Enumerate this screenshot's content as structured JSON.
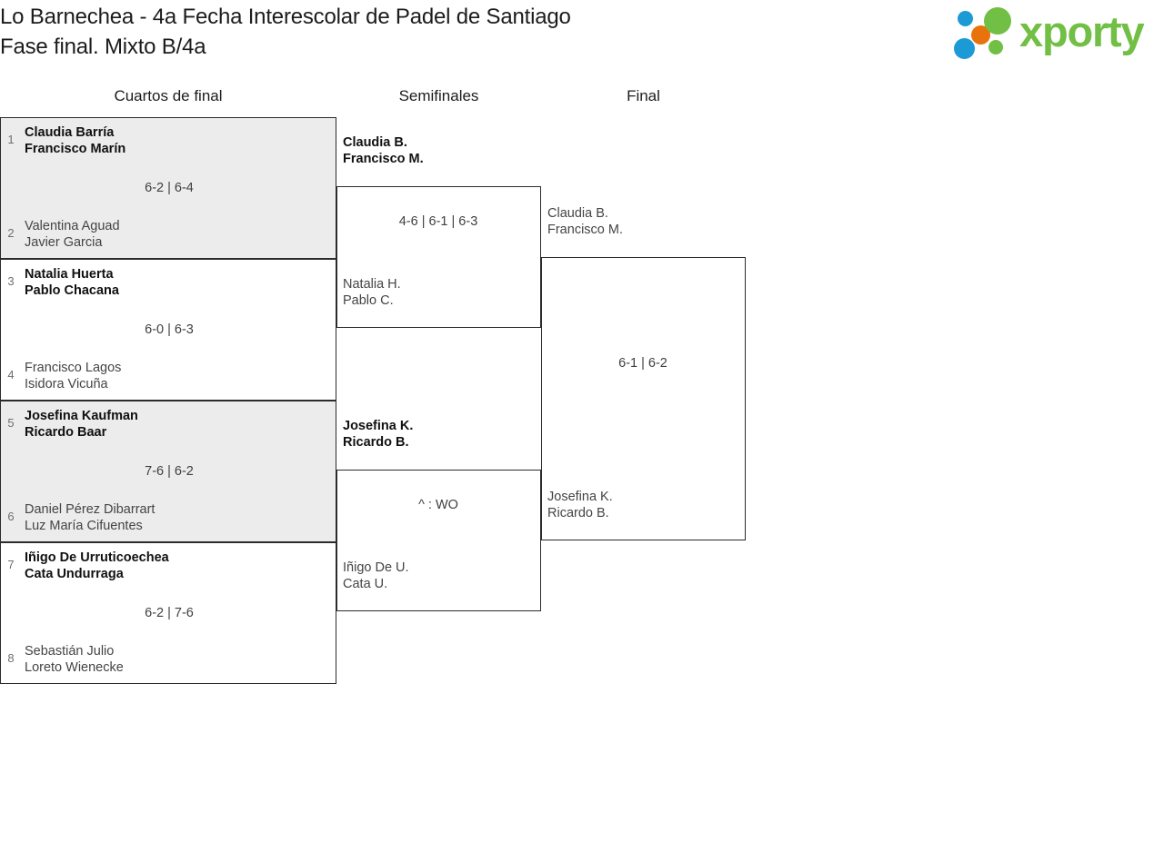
{
  "header": {
    "title": "Lo Barnechea - 4a Fecha Interescolar de Padel de Santiago\nFase final. Mixto B/4a",
    "logo_text": "xporty",
    "logo_colors": {
      "green": "#71bf44",
      "blue": "#1c9ad6",
      "orange": "#e8720c"
    }
  },
  "rounds": [
    {
      "key": "quarterfinals",
      "label": "Cuartos de final"
    },
    {
      "key": "semifinals",
      "label": "Semifinales"
    },
    {
      "key": "final",
      "label": "Final"
    }
  ],
  "quarterfinals": [
    {
      "score": "6-2 | 6-4",
      "top": {
        "seed": "1",
        "names": "Claudia Barría\nFrancisco Marín",
        "winner": true
      },
      "bottom": {
        "seed": "2",
        "names": "Valentina Aguad\nJavier Garcia",
        "winner": false
      }
    },
    {
      "score": "6-0 | 6-3",
      "top": {
        "seed": "3",
        "names": "Natalia Huerta\nPablo Chacana",
        "winner": true
      },
      "bottom": {
        "seed": "4",
        "names": "Francisco Lagos\nIsidora Vicuña",
        "winner": false
      }
    },
    {
      "score": "7-6 | 6-2",
      "top": {
        "seed": "5",
        "names": "Josefina Kaufman\nRicardo Baar",
        "winner": true
      },
      "bottom": {
        "seed": "6",
        "names": "Daniel Pérez Dibarrart\nLuz María Cifuentes",
        "winner": false
      }
    },
    {
      "score": "6-2 | 7-6",
      "top": {
        "seed": "7",
        "names": "Iñigo De Urruticoechea\nCata Undurraga",
        "winner": true
      },
      "bottom": {
        "seed": "8",
        "names": "Sebastián Julio\nLoreto Wienecke",
        "winner": false
      }
    }
  ],
  "semifinals": [
    {
      "score": "4-6 | 6-1 | 6-3",
      "top": {
        "names": "Claudia B.\nFrancisco M.",
        "winner": true
      },
      "bottom": {
        "names": "Natalia H.\nPablo C.",
        "winner": false
      }
    },
    {
      "score": "^ : WO",
      "top": {
        "names": "Josefina K.\nRicardo B.",
        "winner": true
      },
      "bottom": {
        "names": "Iñigo De U.\nCata U.",
        "winner": false
      }
    }
  ],
  "final": [
    {
      "score": "6-1 | 6-2",
      "top": {
        "names": "Claudia B.\nFrancisco M.",
        "winner": false
      },
      "bottom": {
        "names": "Josefina K.\nRicardo B.",
        "winner": false
      }
    }
  ]
}
